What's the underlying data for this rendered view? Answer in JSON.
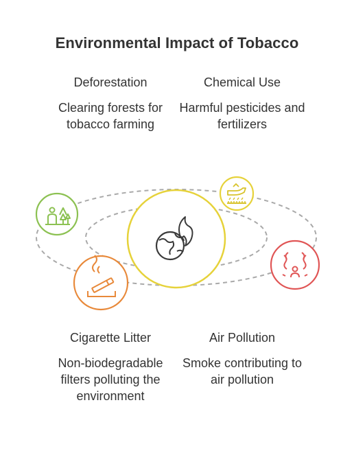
{
  "title": "Environmental Impact of Tobacco",
  "items": {
    "deforestation": {
      "heading": "Deforestation",
      "description": "Clearing forests for tobacco farming",
      "color": "#8cc152"
    },
    "chemical_use": {
      "heading": "Chemical Use",
      "description": "Harmful pesticides and fertilizers",
      "color": "#e6d23a"
    },
    "cigarette_litter": {
      "heading": "Cigarette Litter",
      "description": "Non-biodegradable filters polluting the environment",
      "color": "#e8893a"
    },
    "air_pollution": {
      "heading": "Air Pollution",
      "description": "Smoke contributing to air pollution",
      "color": "#e05555"
    }
  },
  "center": {
    "icon": "globe-fire-icon",
    "color": "#e6d23a"
  },
  "icons": {
    "deforestation": "person-trees-icon",
    "chemical_use": "crop-duster-plane-icon",
    "cigarette_litter": "cigarette-ashtray-icon",
    "air_pollution": "smoke-face-icon"
  }
}
